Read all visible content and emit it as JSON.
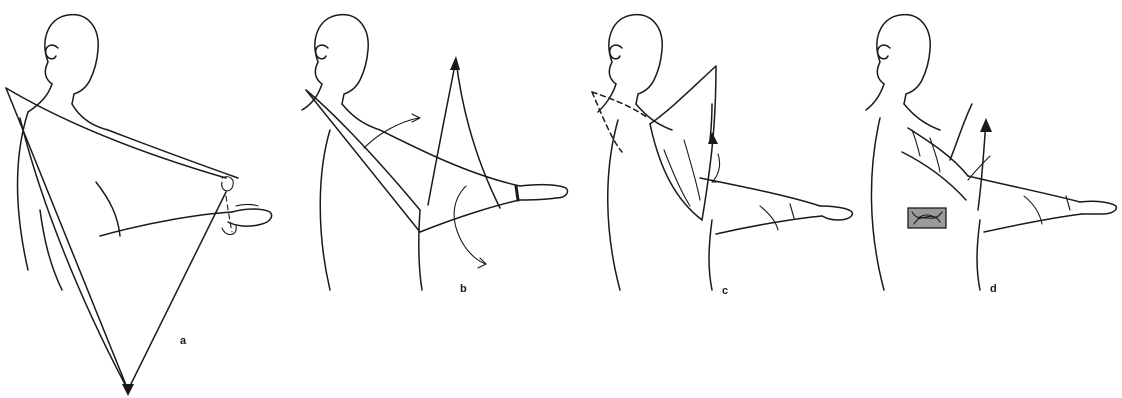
{
  "panels": [
    {
      "id": "a",
      "label": "a"
    },
    {
      "id": "b",
      "label": "b"
    },
    {
      "id": "c",
      "label": "c"
    },
    {
      "id": "d",
      "label": "d"
    }
  ],
  "colors": {
    "ink": "#1a1a1a",
    "background": "#ffffff",
    "knot_fill": "#9a9a9a"
  }
}
